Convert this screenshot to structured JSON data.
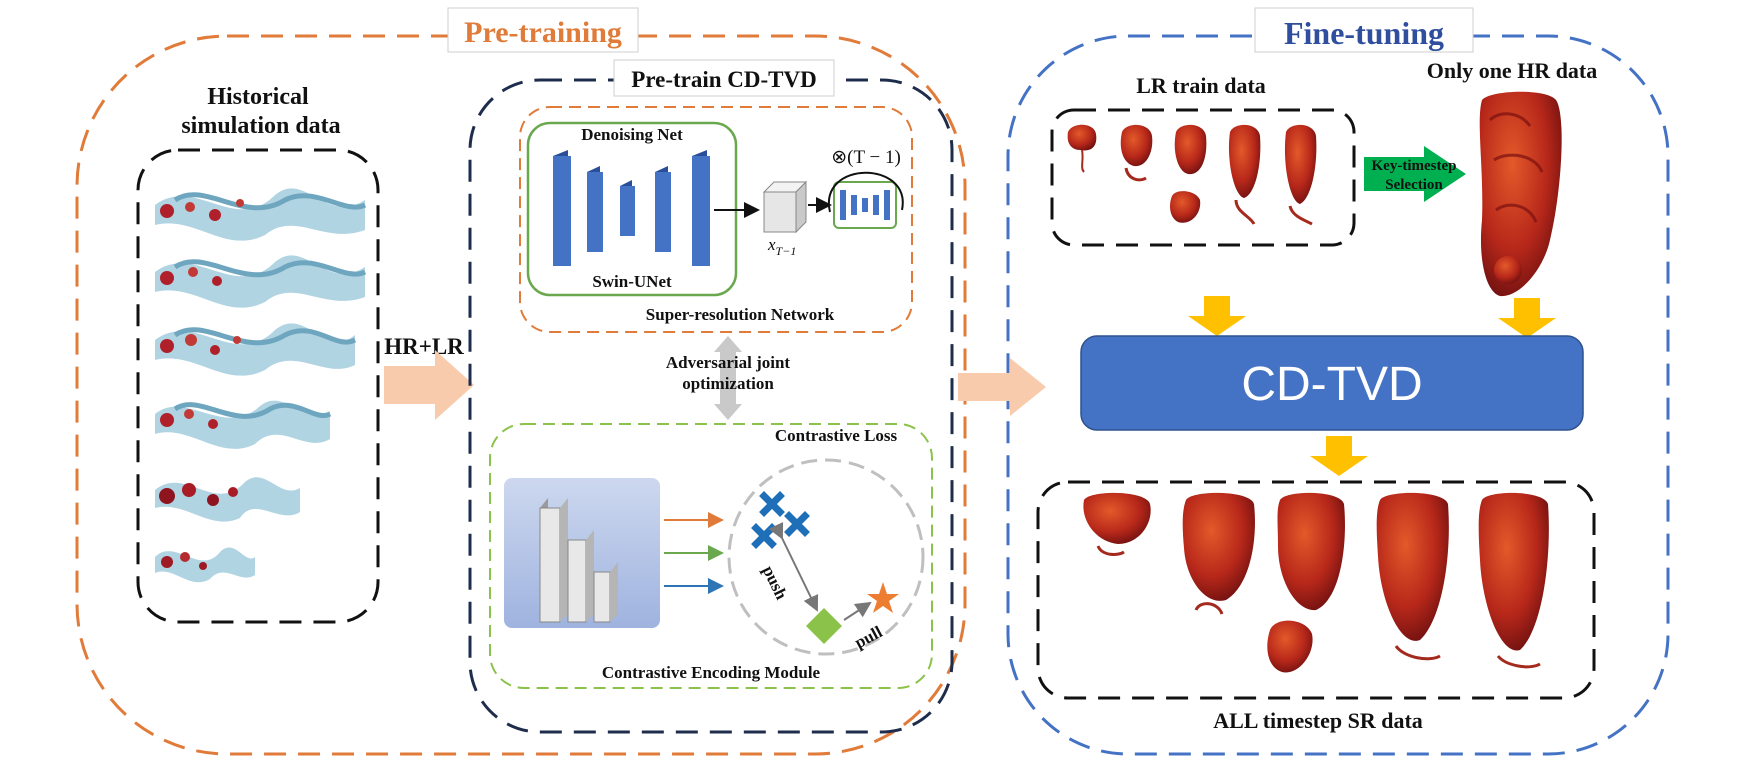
{
  "sections": {
    "pretraining_title": "Pre-training",
    "finetuning_title": "Fine-tuning",
    "pretrain_cdtvd_title": "Pre-train CD-TVD"
  },
  "historical": {
    "title_line1": "Historical",
    "title_line2": "simulation data"
  },
  "arrows": {
    "hr_lr": "HR+LR",
    "adversarial_line1": "Adversarial joint",
    "adversarial_line2": "optimization",
    "key_line1": "Key-timestep",
    "key_line2": "Selection"
  },
  "sr_network": {
    "denoising_net": "Denoising Net",
    "swin_unet": "Swin-UNet",
    "repeat": "⊗(T − 1)",
    "xt_base": "x",
    "xt_sub": "T−1",
    "title": "Super-resolution Network"
  },
  "contrastive": {
    "loss": "Contrastive Loss",
    "push": "push",
    "pull": "pull",
    "module": "Contrastive Encoding Module"
  },
  "finetune": {
    "lr_train": "LR train data",
    "only_hr": "Only one HR data",
    "cdtvd": "CD-TVD",
    "all_sr": "ALL timestep SR data"
  },
  "colors": {
    "orange": "#E07B39",
    "navy": "#1F2D4D",
    "blue": "#4472C4",
    "green": "#8BC34A",
    "cdtvd_fill": "#4472C4",
    "arrow_peach": "#F8CBAD",
    "yellow": "#FFC000",
    "key_green": "#00B050",
    "cross_blue": "#1F6FB8",
    "diamond_green": "#8BC34A",
    "star_orange": "#ED7D31"
  }
}
